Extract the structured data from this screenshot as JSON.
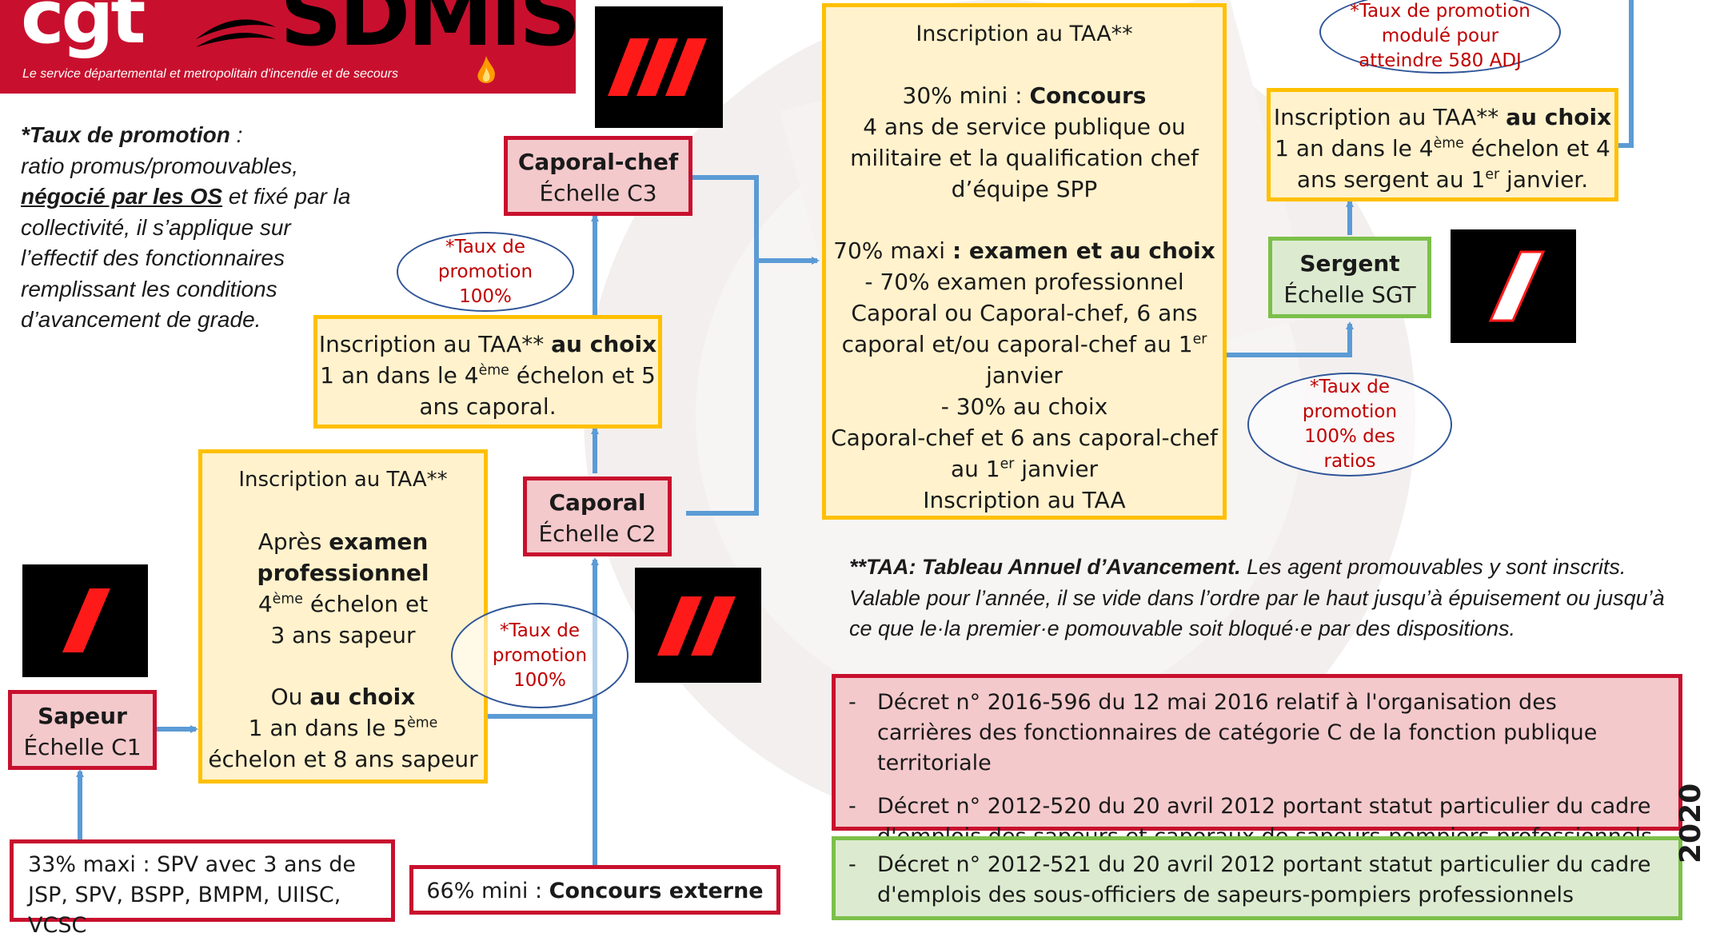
{
  "logo": {
    "cgt": "cgt",
    "sdmis": "SDMIS",
    "tagline": "Le service départemental et metropolitain d'incendie et de secours"
  },
  "promo_note": {
    "title": "*Taux de promotion",
    "colon": " :",
    "line1": "ratio promus/promouvables,",
    "negocie": "négocié par les OS",
    "rest": " et fixé par la collectivité, il s’applique sur l’effectif des fonctionnaires remplissant les conditions d’avancement de grade."
  },
  "grades": {
    "caporal_chef": {
      "title": "Caporal-chef",
      "scale": "Échelle C3"
    },
    "caporal": {
      "title": "Caporal",
      "scale": "Échelle C2"
    },
    "sapeur": {
      "title": "Sapeur",
      "scale": "Échelle C1"
    },
    "sergent": {
      "title": "Sergent",
      "scale": "Échelle SGT"
    }
  },
  "ovals": {
    "cc": [
      "*Taux de",
      "promotion",
      "100%"
    ],
    "cap": [
      "*Taux de",
      "promotion",
      "100%"
    ],
    "sgt": [
      "*Taux de",
      "promotion",
      "100% des",
      "ratios"
    ],
    "adj": [
      "*Taux de promotion",
      "modulé pour",
      "atteindre 580 ADJ"
    ]
  },
  "taa_cc": {
    "a": "Inscription au TAA** ",
    "b": "au choix",
    "c": "1 an dans le 4",
    "c_sup": "ème",
    "d": " échelon et 5",
    "e": "ans caporal."
  },
  "taa_cap": {
    "head": "Inscription au TAA**",
    "apres": "Après ",
    "examen": "examen",
    "professionnel": "professionnel",
    "ech4": "4",
    "ech4_sup": "ème",
    "ech4_rest": " échelon et",
    "ans3": "3 ans sapeur",
    "ou": "Ou ",
    "auchoix": "au choix",
    "an1": "1 an dans le 5",
    "an1_sup": "ème",
    "ech8": "échelon et 8 ans sapeur"
  },
  "taa_sgt_main": {
    "head": "Inscription au TAA**",
    "pct30": "30% mini : ",
    "concours": "Concours",
    "l1": "4 ans de service publique ou",
    "l2": "militaire et la qualification chef",
    "l3": "d’équipe SPP",
    "pct70": "70% maxi ",
    "examchoix": ": examen et au choix",
    "l4": "- 70% examen professionnel",
    "l5": "Caporal ou Caporal-chef, 6 ans",
    "l6": "caporal et/ou caporal-chef au 1",
    "l6_sup": "er",
    "l7": "janvier",
    "l8": "- 30% au choix",
    "l9": "Caporal-chef et 6 ans  caporal-chef",
    "l10": "au 1",
    "l10_sup": "er",
    "l10b": " janvier",
    "l11": "Inscription au TAA"
  },
  "taa_adj": {
    "a": "Inscription au TAA** ",
    "b": "au choix",
    "c": "1 an dans le 4",
    "c_sup": "ème",
    "d": " échelon et 4",
    "e": "ans sergent au 1",
    "e_sup": "er",
    "f": " janvier."
  },
  "recruit": {
    "spv": "33% maxi : SPV avec 3 ans de JSP, SPV, BSPP, BMPM, UIISC, VCSC",
    "concours_pre": "66% mini : ",
    "concours": "Concours externe"
  },
  "taa_note": {
    "bold": "**TAA: Tableau Annuel d’Avancement.",
    "rest": " Les agent promouvables y sont inscrits. Valable pour l’année, il se vide dans l’ordre par le haut jusqu’à épuisement ou jusqu’à ce que le·la premier·e pomouvable soit bloqué·e par des dispositions."
  },
  "decrees": {
    "red": [
      "Décret n° 2016-596 du 12 mai 2016 relatif à l'organisation des carrières des fonctionnaires de catégorie C de la fonction publique territoriale",
      "Décret n° 2012-520 du 20 avril 2012 portant statut particulier du cadre d'emplois des sapeurs et caporaux de sapeurs-pompiers professionnels"
    ],
    "green": [
      "Décret n° 2012-521 du 20 avril 2012 portant statut particulier du cadre d'emplois des sous-officiers de sapeurs-pompiers professionnels"
    ]
  },
  "year": "2020",
  "colors": {
    "red": "#c8102e",
    "yellow": "#ffc000",
    "green": "#7cc04a",
    "arrow": "#5b9bd5",
    "oval": "#2f5597"
  }
}
